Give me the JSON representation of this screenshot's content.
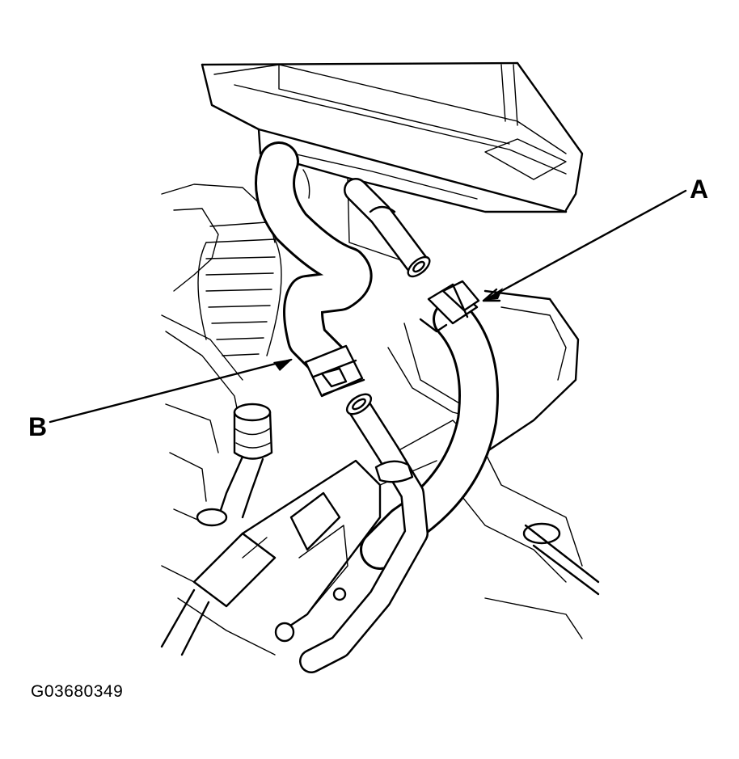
{
  "callouts": {
    "a": "A",
    "b": "B"
  },
  "figure_code": "G03680349",
  "colors": {
    "line": "#000000",
    "background": "#ffffff"
  }
}
